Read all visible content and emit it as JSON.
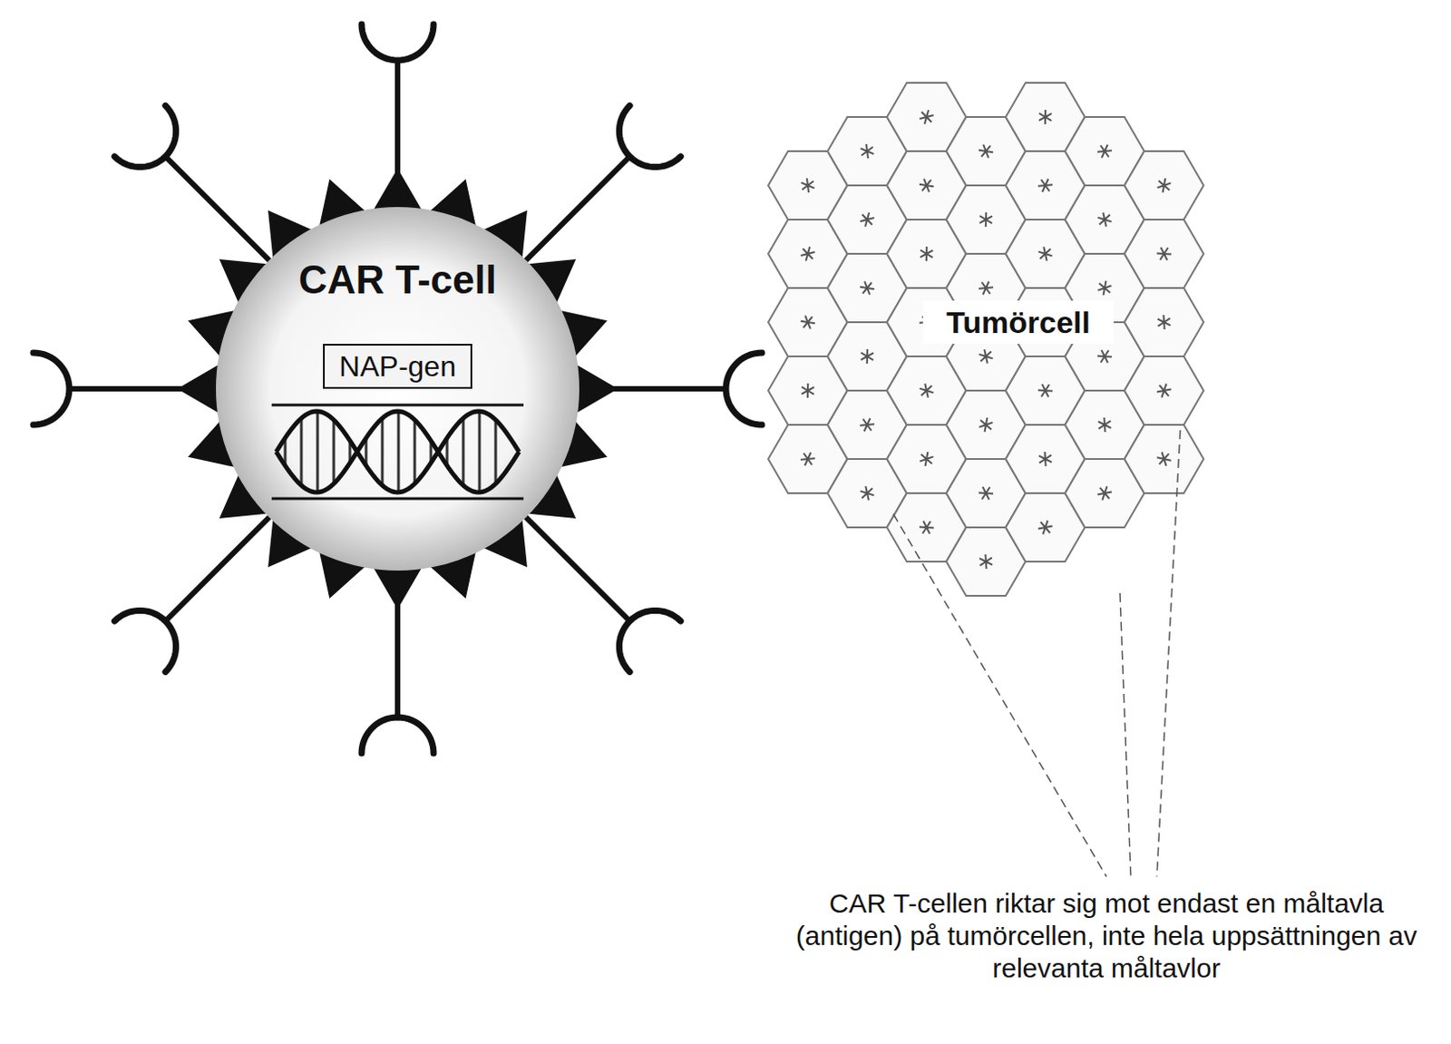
{
  "diagram": {
    "nodes": [
      {
        "text": [
          "CAR T-cell"
        ]
      },
      {
        "text": [
          "NAP-gen"
        ],
        "in": 0
      },
      {
        "text": [
          "Tumörcell"
        ]
      }
    ],
    "labels": [
      "CAR T-cellen riktar sig mot endast en måltavla (antigen) på tumörcellen, inte hela uppsättningen av relevanta måltavlor"
    ]
  }
}
